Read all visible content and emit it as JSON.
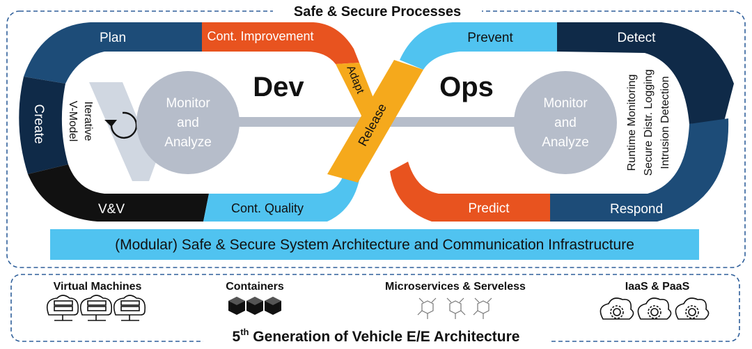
{
  "top_section": {
    "title": "Safe & Secure Processes",
    "dev_label": "Dev",
    "ops_label": "Ops",
    "dev_loop": {
      "plan": "Plan",
      "create": "Create",
      "vv": "V&V",
      "cont_improvement": "Cont. Improvement",
      "cont_quality": "Cont. Quality",
      "adapt": "Adapt",
      "iterative_vmodel": [
        "Iterative",
        "V-Model"
      ],
      "monitor": [
        "Monitor",
        "and",
        "Analyze"
      ]
    },
    "center": {
      "release": "Release"
    },
    "ops_loop": {
      "prevent": "Prevent",
      "detect": "Detect",
      "respond": "Respond",
      "predict": "Predict",
      "ops_lines": [
        "Runtime Monitoring",
        "Secure Distr. Logging",
        "Intrusion Detection"
      ],
      "monitor": [
        "Monitor",
        "and",
        "Analyze"
      ]
    },
    "architecture_banner": "(Modular) Safe & Secure System Architecture and Communication Infrastructure"
  },
  "bottom_section": {
    "title_main": "5",
    "title_sup": "th",
    "title_rest": " Generation of Vehicle E/E Architecture",
    "items": [
      {
        "label": "Virtual Machines",
        "icon": "server-cloud-icon"
      },
      {
        "label": "Containers",
        "icon": "container-cube-icon"
      },
      {
        "label": "Microservices & Serveless",
        "icon": "microservice-network-icon"
      },
      {
        "label": "IaaS & PaaS",
        "icon": "cloud-gear-icon"
      }
    ]
  },
  "colors": {
    "dark_navy": "#0f2a48",
    "navy": "#1d4c78",
    "black": "#111111",
    "orange": "#e8531f",
    "yellow": "#f5a91c",
    "light_blue": "#50c3f0",
    "grey_circle": "#b6bdca",
    "dashed_border": "#2f5f9a"
  }
}
